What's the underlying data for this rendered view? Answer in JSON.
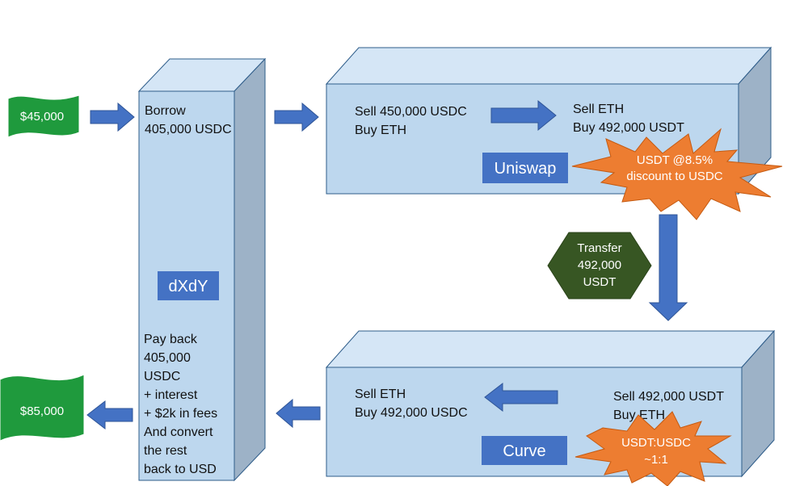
{
  "money_in": "$45,000",
  "money_out": "$85,000",
  "dxdy": {
    "label": "dXdY",
    "borrow_lines": [
      "Borrow",
      "405,000 USDC"
    ],
    "payback_lines": [
      "Pay back",
      "405,000",
      "USDC",
      "+ interest",
      "+ $2k in fees",
      "And convert",
      "the rest",
      "back to USD"
    ]
  },
  "uniswap": {
    "label": "Uniswap",
    "left_lines": [
      "Sell 450,000 USDC",
      "Buy ETH"
    ],
    "right_lines": [
      "Sell ETH",
      "Buy 492,000 USDT"
    ],
    "burst_lines": [
      "USDT @8.5%",
      "discount to USDC"
    ]
  },
  "transfer_lines": [
    "Transfer",
    "492,000",
    "USDT"
  ],
  "curve": {
    "label": "Curve",
    "left_lines": [
      "Sell ETH",
      "Buy 492,000 USDC"
    ],
    "right_lines": [
      "Sell 492,000 USDT",
      "Buy ETH"
    ],
    "burst_lines": [
      "USDT:USDC",
      "~1:1"
    ]
  },
  "colors": {
    "box_front": "#bdd7ee",
    "box_top": "#d5e6f6",
    "box_side": "#9db2c7",
    "outline": "#2f5d8a",
    "arrow": "#4472c4",
    "label_bg": "#4472c4",
    "money": "#1f9a3d",
    "burst": "#ed7d31",
    "hexagon": "#375623"
  }
}
